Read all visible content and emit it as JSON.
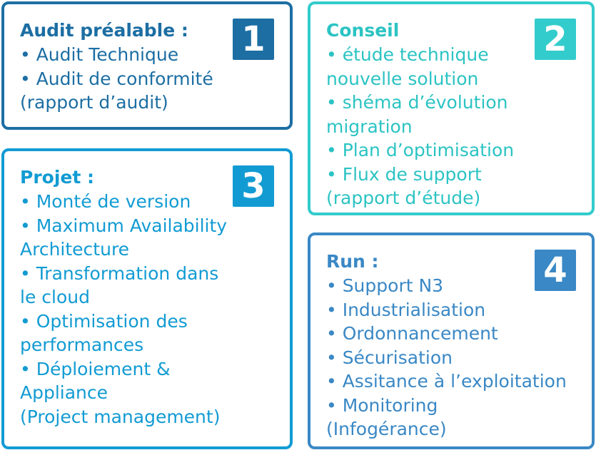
{
  "cards": [
    {
      "number": "1",
      "title": "Audit préalable :",
      "lines": [
        "• Audit Technique",
        "• Audit de conformité",
        "(rapport d’audit)"
      ],
      "color": "#1c6ea3"
    },
    {
      "number": "2",
      "title": "Conseil",
      "lines": [
        "• étude technique",
        "nouvelle solution",
        "• shéma d’évolution",
        "migration",
        "• Plan d’optimisation",
        "• Flux de support",
        "(rapport d’étude)"
      ],
      "color": "#33cccc"
    },
    {
      "number": "3",
      "title": "Projet :",
      "lines": [
        "• Monté de version",
        "• Maximum Availability",
        "Architecture",
        "• Transformation dans",
        "le cloud",
        "•  Optimisation des",
        "performances",
        "•  Déploiement &",
        "Appliance",
        "(Project management)"
      ],
      "color": "#129bd3"
    },
    {
      "number": "4",
      "title": "Run :",
      "lines": [
        "• Support N3",
        "• Industrialisation",
        "• Ordonnancement",
        "• Sécurisation",
        "• Assitance à l’exploitation",
        "• Monitoring",
        "(Infogérance)"
      ],
      "color": "#3a88c5"
    }
  ]
}
